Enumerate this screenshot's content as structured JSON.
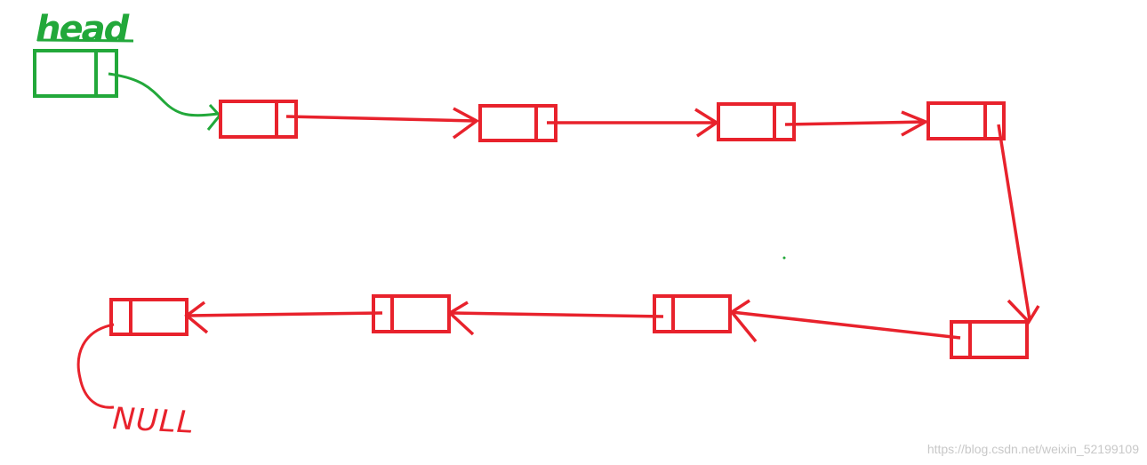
{
  "labels": {
    "head": "head",
    "null": "NULL",
    "watermark": "https://blog.csdn.net/weixin_52199109"
  },
  "colors": {
    "head_color": "#22a83a",
    "node_color": "#e8222c",
    "watermark_color": "#c8c8c8",
    "background": "#ffffff"
  },
  "linked_list": {
    "node_count": 8,
    "terminates_with": "NULL",
    "node_parts": [
      "data",
      "next"
    ]
  }
}
